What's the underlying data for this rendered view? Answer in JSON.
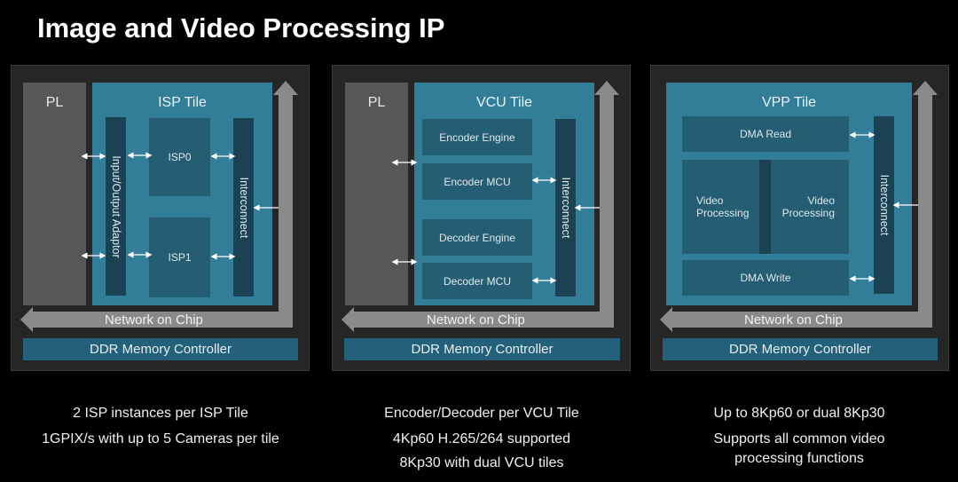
{
  "title": "Image and Video Processing IP",
  "colors": {
    "background": "#000000",
    "panel": "#262626",
    "pl": "#575757",
    "tile": "#327e99",
    "block": "#255e73",
    "bar": "#1b4252",
    "noc": "#8a8a8a",
    "ddr": "#24607a"
  },
  "panels": [
    {
      "pl": "PL",
      "tile": "ISP Tile",
      "adaptor": "Input/Output Adaptor",
      "blocks": [
        "ISP0",
        "ISP1"
      ],
      "interconnect": "Interconnect",
      "noc": "Network on Chip",
      "ddr": "DDR Memory Controller",
      "caption": [
        "2 ISP instances per ISP Tile",
        "1GPIX/s with up to 5 Cameras per tile"
      ]
    },
    {
      "pl": "PL",
      "tile": "VCU Tile",
      "blocks": [
        "Encoder Engine",
        "Encoder MCU",
        "Decoder Engine",
        "Decoder MCU"
      ],
      "interconnect": "Interconnect",
      "noc": "Network on Chip",
      "ddr": "DDR Memory Controller",
      "caption": [
        "Encoder/Decoder per VCU Tile",
        "4Kp60 H.265/264 supported",
        "8Kp30 with dual VCU tiles"
      ]
    },
    {
      "tile": "VPP Tile",
      "blocks": [
        "DMA Read",
        "Video Processing",
        "Video Processing",
        "DMA Write"
      ],
      "interconnect": "Interconnect",
      "noc": "Network on Chip",
      "ddr": "DDR Memory Controller",
      "caption": [
        "Up to 8Kp60 or dual 8Kp30",
        "Supports all common video",
        "processing functions"
      ]
    }
  ]
}
